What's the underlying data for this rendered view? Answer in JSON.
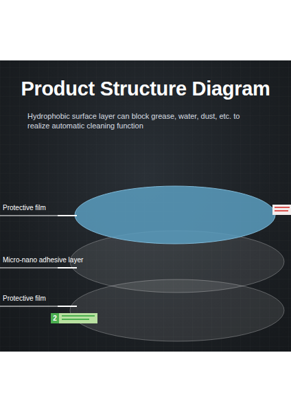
{
  "diagram": {
    "title": "Product Structure Diagram",
    "labels": [
      "Hydrophobic surface layer can block grease, water, dust, etc. to realize automatic cleaning function",
      "Protective film",
      "Micro-nano adhesive layer",
      "Protective film",
      "2"
    ]
  }
}
